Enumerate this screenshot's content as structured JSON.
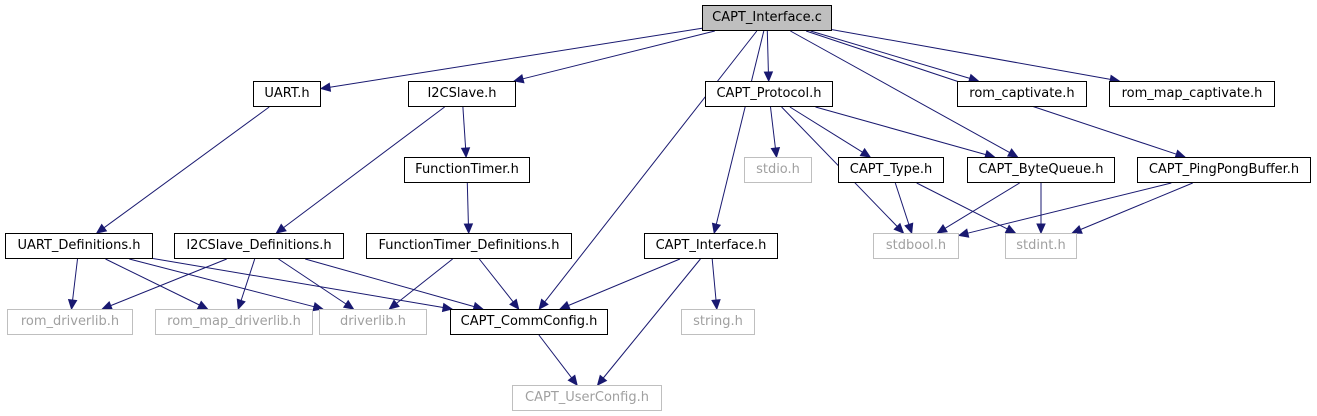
{
  "nodes": [
    {
      "id": "capt_interface_c",
      "label": "CAPT_Interface.c",
      "kind": "root"
    },
    {
      "id": "uart_h",
      "label": "UART.h",
      "kind": "doc"
    },
    {
      "id": "i2cslave_h",
      "label": "I2CSlave.h",
      "kind": "doc"
    },
    {
      "id": "capt_protocol_h",
      "label": "CAPT_Protocol.h",
      "kind": "doc"
    },
    {
      "id": "rom_captivate_h",
      "label": "rom_captivate.h",
      "kind": "doc"
    },
    {
      "id": "rom_map_captivate_h",
      "label": "rom_map_captivate.h",
      "kind": "doc"
    },
    {
      "id": "functiontimer_h",
      "label": "FunctionTimer.h",
      "kind": "doc"
    },
    {
      "id": "stdio_h",
      "label": "stdio.h",
      "kind": "ext"
    },
    {
      "id": "capt_type_h",
      "label": "CAPT_Type.h",
      "kind": "doc"
    },
    {
      "id": "capt_bytequeue_h",
      "label": "CAPT_ByteQueue.h",
      "kind": "doc"
    },
    {
      "id": "capt_pingpongbuffer_h",
      "label": "CAPT_PingPongBuffer.h",
      "kind": "doc"
    },
    {
      "id": "uart_definitions_h",
      "label": "UART_Definitions.h",
      "kind": "doc"
    },
    {
      "id": "i2cslave_definitions_h",
      "label": "I2CSlave_Definitions.h",
      "kind": "doc"
    },
    {
      "id": "functiontimer_definitions_h",
      "label": "FunctionTimer_Definitions.h",
      "kind": "doc"
    },
    {
      "id": "capt_interface_h",
      "label": "CAPT_Interface.h",
      "kind": "doc"
    },
    {
      "id": "stdbool_h",
      "label": "stdbool.h",
      "kind": "ext"
    },
    {
      "id": "stdint_h",
      "label": "stdint.h",
      "kind": "ext"
    },
    {
      "id": "rom_driverlib_h",
      "label": "rom_driverlib.h",
      "kind": "ext"
    },
    {
      "id": "rom_map_driverlib_h",
      "label": "rom_map_driverlib.h",
      "kind": "ext"
    },
    {
      "id": "driverlib_h",
      "label": "driverlib.h",
      "kind": "ext"
    },
    {
      "id": "capt_commconfig_h",
      "label": "CAPT_CommConfig.h",
      "kind": "doc"
    },
    {
      "id": "string_h",
      "label": "string.h",
      "kind": "ext"
    },
    {
      "id": "capt_userconfig_h",
      "label": "CAPT_UserConfig.h",
      "kind": "ext"
    }
  ],
  "edges": [
    [
      "capt_interface_c",
      "uart_h"
    ],
    [
      "capt_interface_c",
      "i2cslave_h"
    ],
    [
      "capt_interface_c",
      "capt_commconfig_h"
    ],
    [
      "capt_interface_c",
      "capt_interface_h"
    ],
    [
      "capt_interface_c",
      "capt_protocol_h"
    ],
    [
      "capt_interface_c",
      "rom_captivate_h"
    ],
    [
      "capt_interface_c",
      "rom_map_captivate_h"
    ],
    [
      "capt_interface_c",
      "capt_bytequeue_h"
    ],
    [
      "capt_interface_c",
      "capt_pingpongbuffer_h"
    ],
    [
      "uart_h",
      "uart_definitions_h"
    ],
    [
      "i2cslave_h",
      "functiontimer_h"
    ],
    [
      "i2cslave_h",
      "i2cslave_definitions_h"
    ],
    [
      "functiontimer_h",
      "functiontimer_definitions_h"
    ],
    [
      "capt_protocol_h",
      "stdio_h"
    ],
    [
      "capt_protocol_h",
      "capt_type_h"
    ],
    [
      "capt_protocol_h",
      "capt_bytequeue_h"
    ],
    [
      "capt_protocol_h",
      "stdbool_h"
    ],
    [
      "capt_type_h",
      "stdbool_h"
    ],
    [
      "capt_type_h",
      "stdint_h"
    ],
    [
      "capt_bytequeue_h",
      "stdbool_h"
    ],
    [
      "capt_bytequeue_h",
      "stdint_h"
    ],
    [
      "capt_pingpongbuffer_h",
      "stdbool_h"
    ],
    [
      "capt_pingpongbuffer_h",
      "stdint_h"
    ],
    [
      "uart_definitions_h",
      "rom_driverlib_h"
    ],
    [
      "uart_definitions_h",
      "rom_map_driverlib_h"
    ],
    [
      "uart_definitions_h",
      "driverlib_h"
    ],
    [
      "uart_definitions_h",
      "capt_commconfig_h"
    ],
    [
      "i2cslave_definitions_h",
      "rom_driverlib_h"
    ],
    [
      "i2cslave_definitions_h",
      "rom_map_driverlib_h"
    ],
    [
      "i2cslave_definitions_h",
      "driverlib_h"
    ],
    [
      "i2cslave_definitions_h",
      "capt_commconfig_h"
    ],
    [
      "functiontimer_definitions_h",
      "driverlib_h"
    ],
    [
      "functiontimer_definitions_h",
      "capt_commconfig_h"
    ],
    [
      "capt_interface_h",
      "capt_commconfig_h"
    ],
    [
      "capt_interface_h",
      "string_h"
    ],
    [
      "capt_interface_h",
      "capt_userconfig_h"
    ],
    [
      "capt_commconfig_h",
      "capt_userconfig_h"
    ]
  ]
}
